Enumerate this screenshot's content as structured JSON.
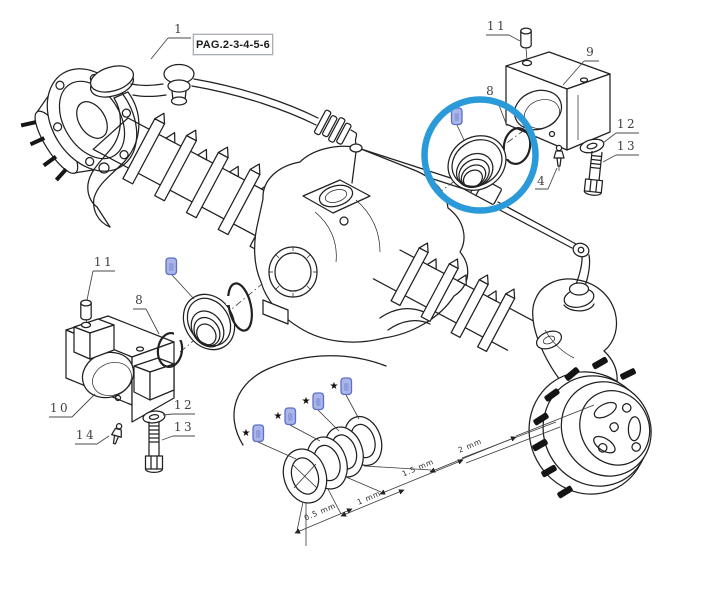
{
  "colors": {
    "background": "#ffffff",
    "line_art": "#212121",
    "highlight_circle": "#2a9ad9",
    "tag_fill": "#aab6e8",
    "tag_border": "#5f6fc5",
    "label_text": "#3f3f3f"
  },
  "page_ref": {
    "callout": "1",
    "label": "PAG.2-3-4-5-6"
  },
  "upper_kit": {
    "pin_callout": "11",
    "bracket_callout": "9",
    "ring_callout": "8",
    "washer_callout": "12",
    "bolt_callout": "13",
    "grease_callout": "4"
  },
  "lower_kit": {
    "pin_callout": "11",
    "bracket_callout": "10",
    "ring_callout": "8",
    "grease_callout": "14",
    "washer_callout": "12",
    "bolt_callout": "13"
  },
  "shims": {
    "items": [
      {
        "marker": "★",
        "thickness": "0.5 mm"
      },
      {
        "marker": "★",
        "thickness": "1 mm"
      },
      {
        "marker": "★",
        "thickness": "1.5 mm"
      },
      {
        "marker": "★",
        "thickness": "2 mm"
      }
    ]
  }
}
